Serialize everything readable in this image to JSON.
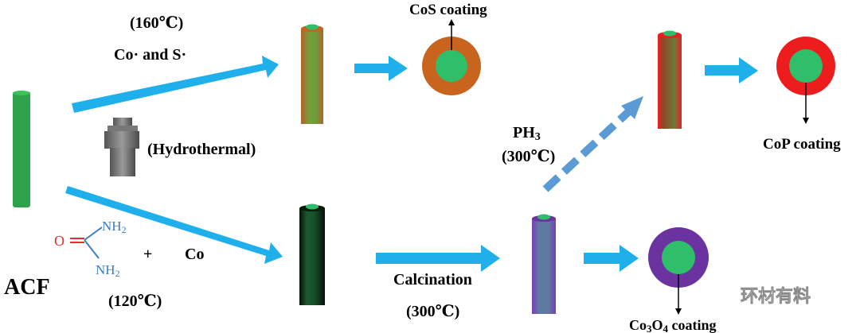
{
  "labels": {
    "temp_160": "(160℃)",
    "co_s": "Co· and S·",
    "hydrothermal": "(Hydrothermal)",
    "cos_coating": "CoS coating",
    "ph3": "PH",
    "ph3_sub": "3",
    "temp_300_a": "(300℃)",
    "cop_coating": "CoP coating",
    "acf": "ACF",
    "nh2_top": "NH",
    "nh2_top_sub": "2",
    "nh2_bottom": "NH",
    "nh2_bottom_sub": "2",
    "oxygen": "O",
    "plus": "+",
    "co": "Co",
    "temp_120": "(120℃)",
    "calcination": "Calcination",
    "temp_300_b": "(300℃)",
    "co3o4_prefix": "Co",
    "co3o4_sub1": "3",
    "co3o4_o": "O",
    "co3o4_sub2": "4",
    "co3o4_suffix": " coating"
  },
  "watermark": {
    "text": "环材有料"
  },
  "colors": {
    "fiber_green": "#2ea24a",
    "arrow_blue": "#1fb0ec",
    "arrow_dashed": "#5b9bd5",
    "cos_shell": "#c8641e",
    "cop_shell": "#ee1d1d",
    "co3o4_shell": "#6b33a0",
    "core_green": "#2fbf6a",
    "black_rod": "#0f3a1f",
    "purple_rod": "#6b3fa0"
  }
}
